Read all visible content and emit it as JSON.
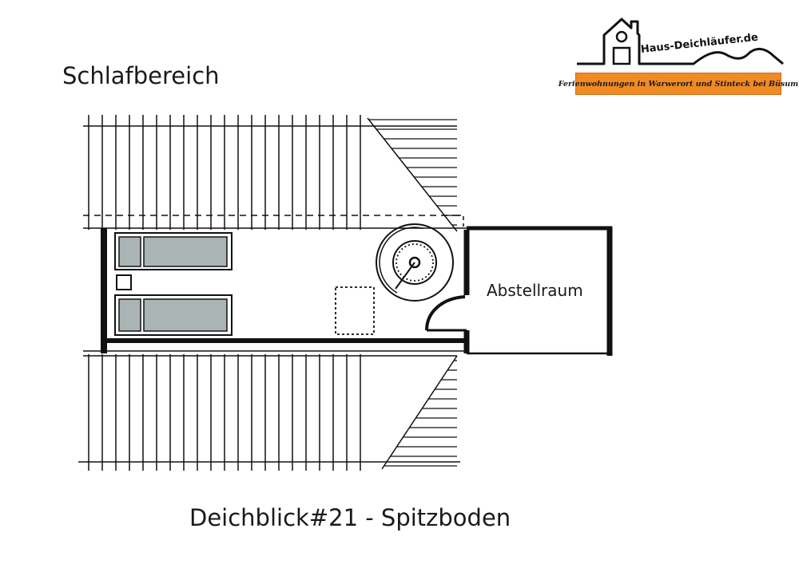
{
  "header": {
    "section_title": "Schlafbereich"
  },
  "logo": {
    "name": "Haus-Deichläufer.de",
    "tagline": "Ferienwohnungen in Warwerort und Stinteck bei Büsum",
    "banner_color": "#f08a24"
  },
  "plan": {
    "room_label": "Abstellraum",
    "title": "Deichblick#21 - Spitzboden",
    "colors": {
      "line": "#111111",
      "bed_mattress": "#aab4b4"
    }
  }
}
